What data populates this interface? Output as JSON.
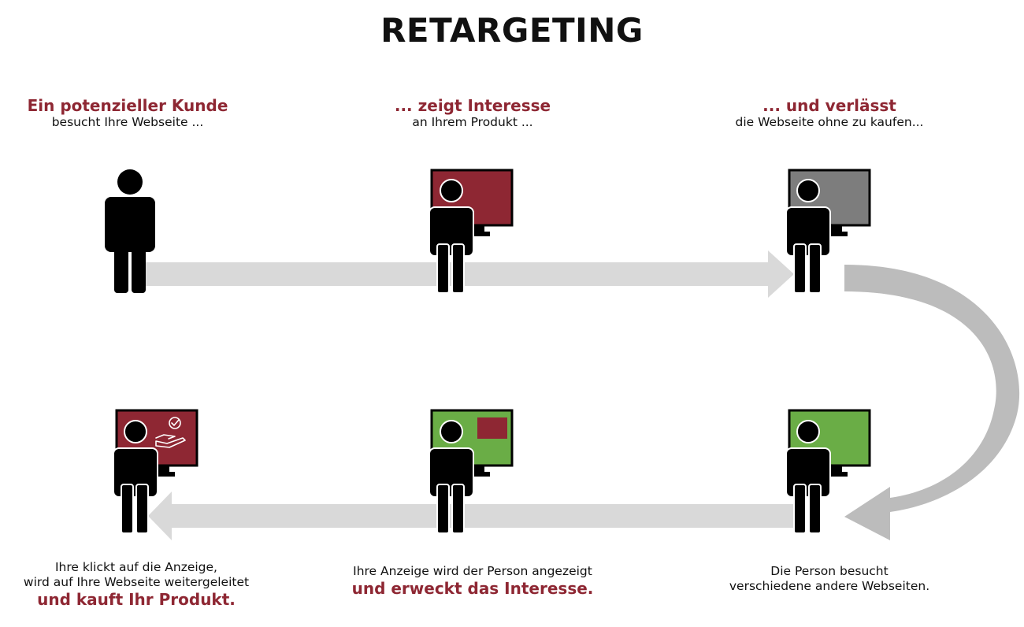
{
  "title": "RETARGETING",
  "colors": {
    "accent": "#8e2733",
    "screen_red": "#8e2733",
    "screen_gray": "#7d7d7d",
    "screen_green": "#6aad46",
    "arrow": "#d9d9d9",
    "figure": "#000000"
  },
  "steps": [
    {
      "highlight": "Ein potenzieller Kunde",
      "text": "besucht Ihre Webseite ..."
    },
    {
      "highlight": "... zeigt Interesse",
      "text": "an Ihrem Produkt ..."
    },
    {
      "highlight": "... und verlässt",
      "text": "die Webseite ohne zu kaufen..."
    },
    {
      "text_line1": "Die Person besucht",
      "text_line2": "verschiedene andere Webseiten."
    },
    {
      "text": "Ihre Anzeige wird der Person angezeigt",
      "highlight": "und erweckt das Interesse."
    },
    {
      "text_line1": "Ihre klickt auf die Anzeige,",
      "text_line2": "wird auf Ihre Webseite weitergeleitet",
      "highlight": "und kauft Ihr Produkt."
    }
  ]
}
